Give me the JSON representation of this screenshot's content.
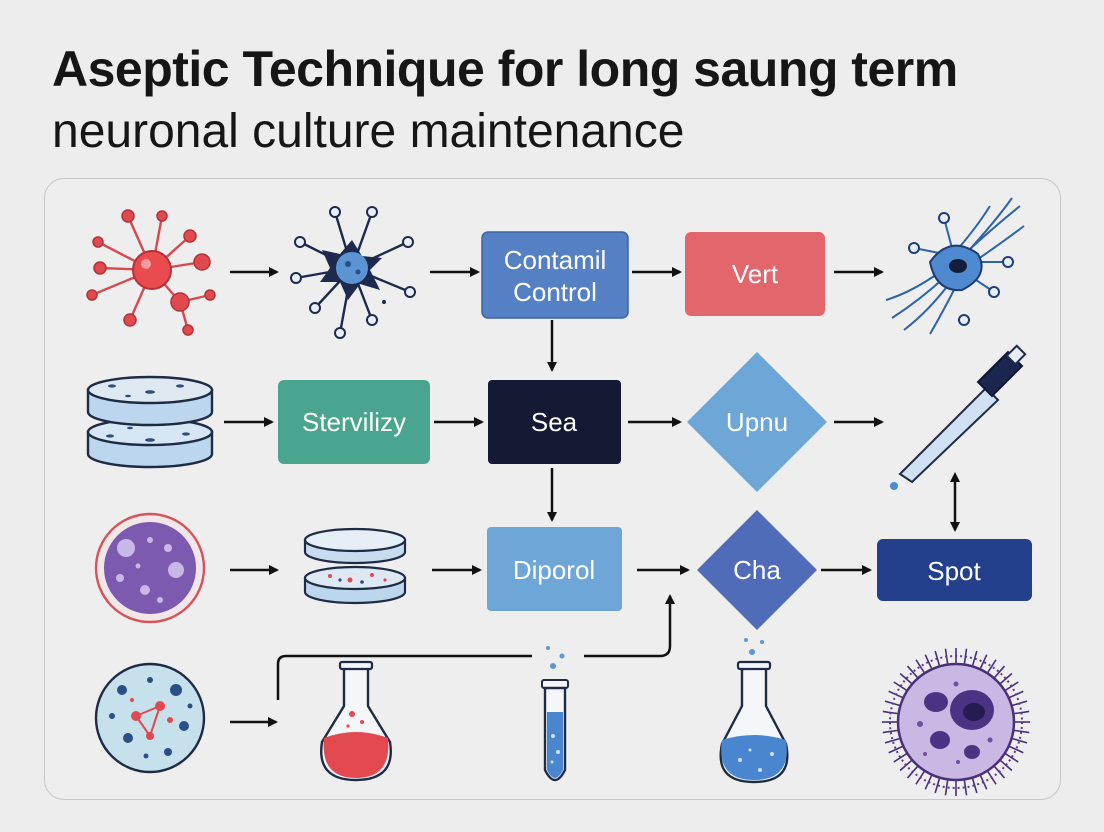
{
  "title": {
    "line1": "Aseptic Technique for long saung term",
    "line2": "neuronal culture maintenance"
  },
  "nodes": {
    "contamination_control": {
      "lines": [
        "Contamil",
        "Control"
      ]
    },
    "vert": {
      "label": "Vert"
    },
    "sterilize": {
      "label": "Stervilizy"
    },
    "sea": {
      "label": "Sea"
    },
    "upnu": {
      "label": "Upnu"
    },
    "diporol": {
      "label": "Diporol"
    },
    "cha": {
      "label": "Cha"
    },
    "spot": {
      "label": "Spot"
    }
  },
  "colors": {
    "red_accent": "#e14a4f",
    "blue_box": "#5580c4",
    "red_box": "#e4666d",
    "teal_box": "#4aa58e",
    "navy_box": "#141a33",
    "light_blue": "#6fa6d8",
    "diamond_dark": "#506cb8",
    "spot_box": "#243f8c",
    "purple": "#7b5ab0",
    "text_dark": "#161616"
  },
  "icons": [
    "network-node-icon",
    "neuron-icon",
    "neuron-cell-icon",
    "petri-dish-stack-icon",
    "pipette-icon",
    "purple-cell-icon",
    "petri-dish-icon",
    "bacteria-cell-icon",
    "flask-red-icon",
    "test-tube-icon",
    "flask-blue-icon",
    "spiky-cell-icon"
  ]
}
